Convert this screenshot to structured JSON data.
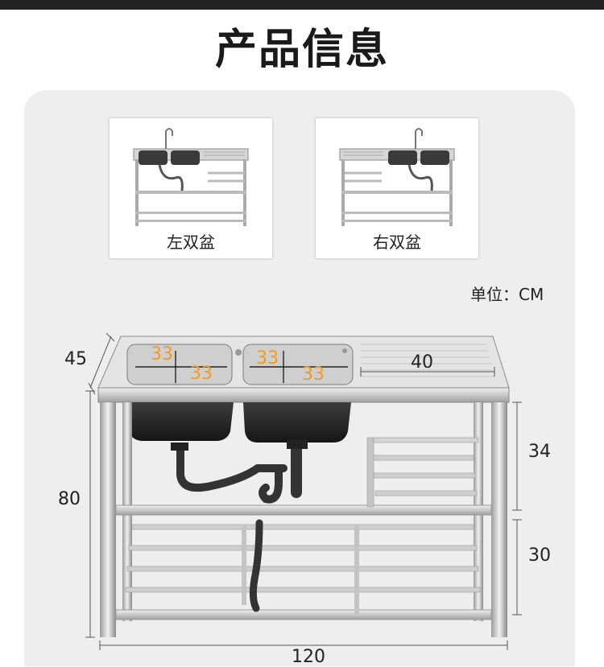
{
  "page": {
    "title": "产品信息",
    "unit_label": "单位：CM"
  },
  "variants": [
    {
      "label": "左双盆"
    },
    {
      "label": "右双盆"
    }
  ],
  "dimensions": {
    "depth": "45",
    "height": "80",
    "width": "120",
    "drainboard_length": "40",
    "basin_left_w": "33",
    "basin_left_d": "33",
    "basin_right_w": "33",
    "basin_right_d": "33",
    "lower_height_upper": "34",
    "lower_height_bottom": "30"
  },
  "colors": {
    "accent": "#f29b1d",
    "steel": "#c9c9c9",
    "basin": "#2a2a2a"
  }
}
